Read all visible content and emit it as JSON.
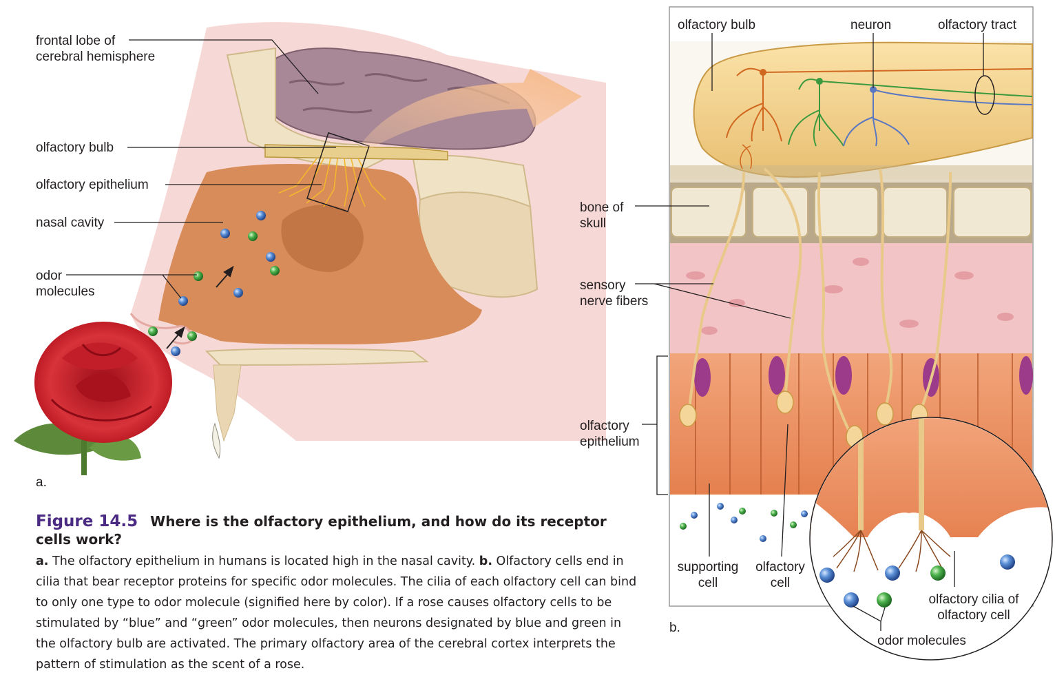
{
  "panel_a": {
    "labels": {
      "frontal_lobe": "frontal lobe of",
      "frontal_lobe_2": "cerebral hemisphere",
      "olfactory_bulb": "olfactory bulb",
      "olfactory_epithelium": "olfactory epithelium",
      "nasal_cavity": "nasal cavity",
      "odor": "odor",
      "odor_2": "molecules"
    },
    "panel_letter": "a."
  },
  "panel_b": {
    "labels": {
      "olfactory_bulb": "olfactory bulb",
      "neuron": "neuron",
      "olfactory_tract": "olfactory tract",
      "bone": "bone of",
      "bone_2": "skull",
      "sensory": "sensory",
      "sensory_2": "nerve fibers",
      "olf_epi": "olfactory",
      "olf_epi_2": "epithelium",
      "supporting": "supporting",
      "supporting_2": "cell",
      "olf_cell": "olfactory",
      "olf_cell_2": "cell",
      "cilia": "olfactory cilia of",
      "cilia_2": "olfactory cell",
      "odor_molecules": "odor molecules"
    },
    "panel_letter": "b."
  },
  "caption": {
    "figure_number": "Figure 14.5",
    "title": "Where is the olfactory epithelium, and how do its receptor cells work?",
    "a_label": "a.",
    "a_text": " The olfactory epithelium in humans is located high in the nasal cavity. ",
    "b_label": "b.",
    "b_text": " Olfactory cells end in cilia that bear receptor proteins for specific odor molecules. The cilia of each olfactory cell can bind to only one type to odor molecule (signified here by color). If a rose causes olfactory cells to be stimulated by “blue” and “green” odor molecules, then neurons designated by blue and green in the olfactory bulb are activated. The primary olfactory area of the cerebral cortex interprets the pattern of stimulation as the scent of a rose."
  },
  "colors": {
    "figure_number": "#4a2a82",
    "blue_molecule": "#3d6fb8",
    "green_molecule": "#3a9b3e"
  }
}
